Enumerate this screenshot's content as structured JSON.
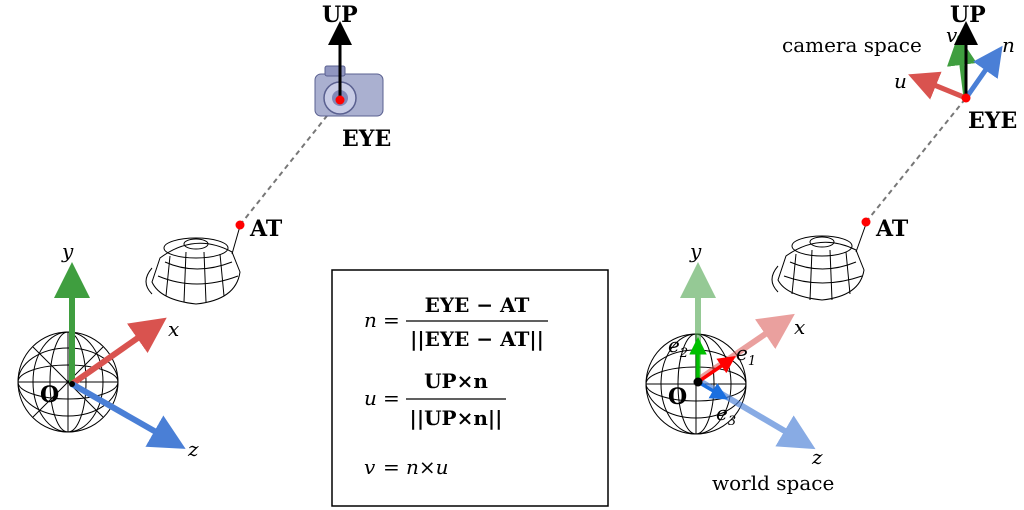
{
  "labels": {
    "up": "UP",
    "eye": "EYE",
    "at": "AT",
    "origin": "O",
    "axis_x": "x",
    "axis_y": "y",
    "axis_z": "z",
    "cam_u": "u",
    "cam_v": "v",
    "cam_n": "n",
    "e1": "e",
    "e1_sub": "1",
    "e2": "e",
    "e2_sub": "2",
    "e3": "e",
    "e3_sub": "3",
    "camera_space": "camera space",
    "world_space": "world space"
  },
  "formulas": {
    "n": {
      "lhs": "n",
      "eq": "=",
      "num": "EYE − AT",
      "den": "||EYE − AT||"
    },
    "u": {
      "lhs": "u",
      "eq": "=",
      "num": "UP×n",
      "den": "||UP×n||"
    },
    "v": {
      "lhs": "v",
      "eq": "=",
      "rhs": "n×u"
    }
  },
  "colors": {
    "x_axis": "#d9534f",
    "y_axis": "#3f9e3f",
    "z_axis": "#4a7fd6",
    "e1": "#ff0000",
    "e2": "#00c000",
    "e3": "#1a6fe0",
    "point": "#ff0000",
    "line": "#777777",
    "text": "#000000"
  },
  "icons": {
    "camera": "camera-icon",
    "teapot": "teapot-wireframe-icon",
    "sphere": "sphere-wireframe-icon"
  }
}
